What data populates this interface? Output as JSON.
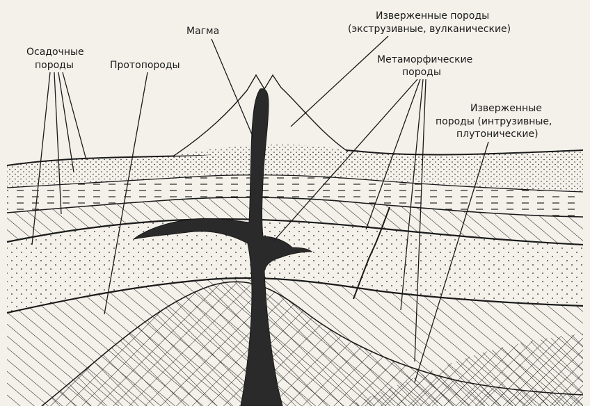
{
  "diagram": {
    "labels": {
      "sedimentary": [
        "Осадочные",
        "породы"
      ],
      "protorocks": [
        "Протопороды"
      ],
      "magma": [
        "Магма"
      ],
      "igneous_extrusive": [
        "Изверженные породы",
        "(экструзивные, вулканические)"
      ],
      "metamorphic": [
        "Метаморфические",
        "породы"
      ],
      "igneous_intrusive": [
        "Изверженные",
        "породы (интрузивные,",
        "плутонические)"
      ]
    },
    "colors": {
      "ink": "#1a1a1a",
      "paper": "#f3f1ea",
      "magma": "#2a2a2a"
    }
  }
}
